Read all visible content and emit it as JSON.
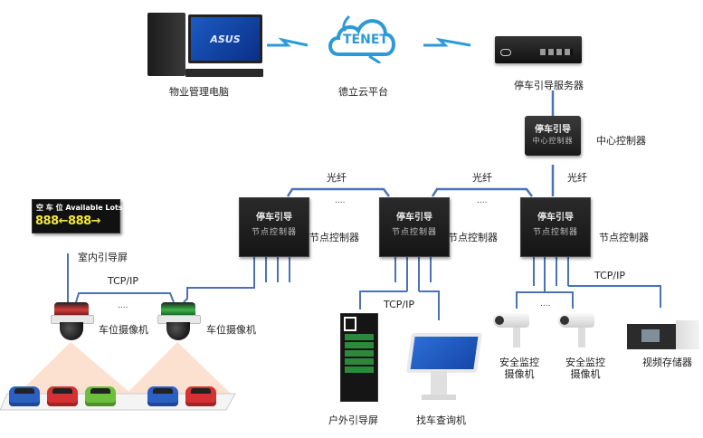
{
  "title": "停车引导系统拓扑图",
  "accent_colors": {
    "wire": "#4a72b8",
    "cloud": "#2c9ad8",
    "led_yellow": "#f2e63a",
    "cam_red": "#d63a3a",
    "cam_green": "#3ab54a"
  },
  "top_row": {
    "pc": {
      "label": "物业管理电脑",
      "screen_text": "ASUS"
    },
    "cloud": {
      "label": "德立云平台",
      "logo_text": "TENET"
    },
    "server": {
      "label": "停车引导服务器"
    }
  },
  "center_controller": {
    "label": "中心控制器",
    "device_line1": "停车引导",
    "device_line2": "中心控制器"
  },
  "links": {
    "fiber": "光纤",
    "tcpip": "TCP/IP",
    "ellipsis": "...."
  },
  "node_controllers": [
    {
      "label": "节点控制器",
      "device_line1": "停车引导",
      "device_line2": "节点控制器"
    },
    {
      "label": "节点控制器",
      "device_line1": "停车引导",
      "device_line2": "节点控制器"
    },
    {
      "label": "节点控制器",
      "device_line1": "停车引导",
      "device_line2": "节点控制器"
    }
  ],
  "indoor_screen": {
    "label": "室内引导屏",
    "line1": "空 车 位 Available Lots",
    "line2": "888←888→"
  },
  "space_cameras": [
    {
      "label": "车位摄像机",
      "light": "red"
    },
    {
      "label": "车位摄像机",
      "light": "green"
    }
  ],
  "cars": [
    "blue",
    "red",
    "green",
    "blue",
    "red"
  ],
  "outdoor_screen": {
    "label": "户外引导屏"
  },
  "kiosk": {
    "label": "找车查询机"
  },
  "security_cameras": [
    {
      "label_line1": "安全监控",
      "label_line2": "摄像机"
    },
    {
      "label_line1": "安全监控",
      "label_line2": "摄像机"
    }
  ],
  "nvr": {
    "label": "视频存储器"
  }
}
